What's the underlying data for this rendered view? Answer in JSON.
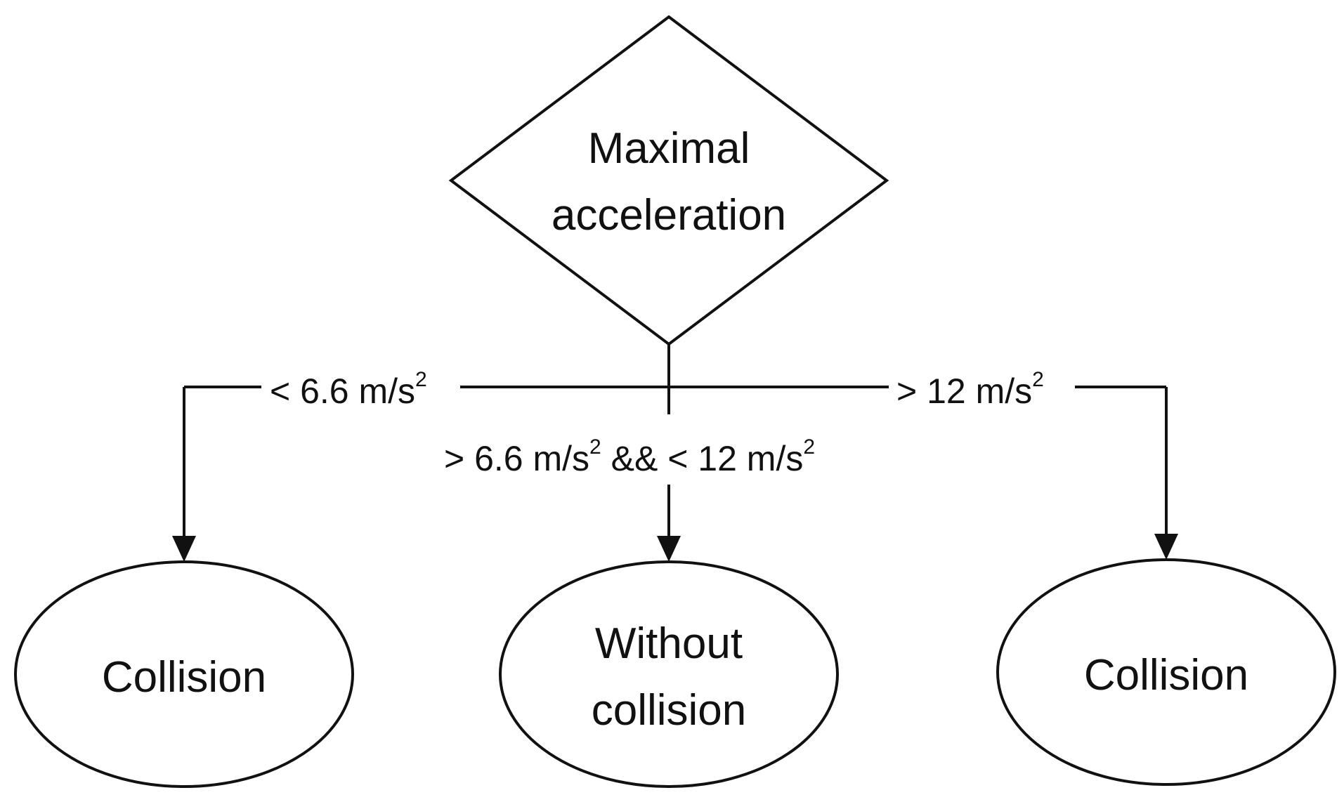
{
  "decision": {
    "line1": "Maximal",
    "line2": "acceleration"
  },
  "branches": {
    "left": {
      "label": "< 6.6 m/s",
      "exponent": "2"
    },
    "middle": {
      "label_part1": "> 6.6 m/s",
      "exponent1": "2",
      "label_part2": " && < 12 m/s",
      "exponent2": "2"
    },
    "right": {
      "label": "> 12 m/s",
      "exponent": "2"
    }
  },
  "outcomes": {
    "left": {
      "label": "Collision"
    },
    "middle": {
      "line1": "Without",
      "line2": "collision"
    },
    "right": {
      "label": "Collision"
    }
  }
}
